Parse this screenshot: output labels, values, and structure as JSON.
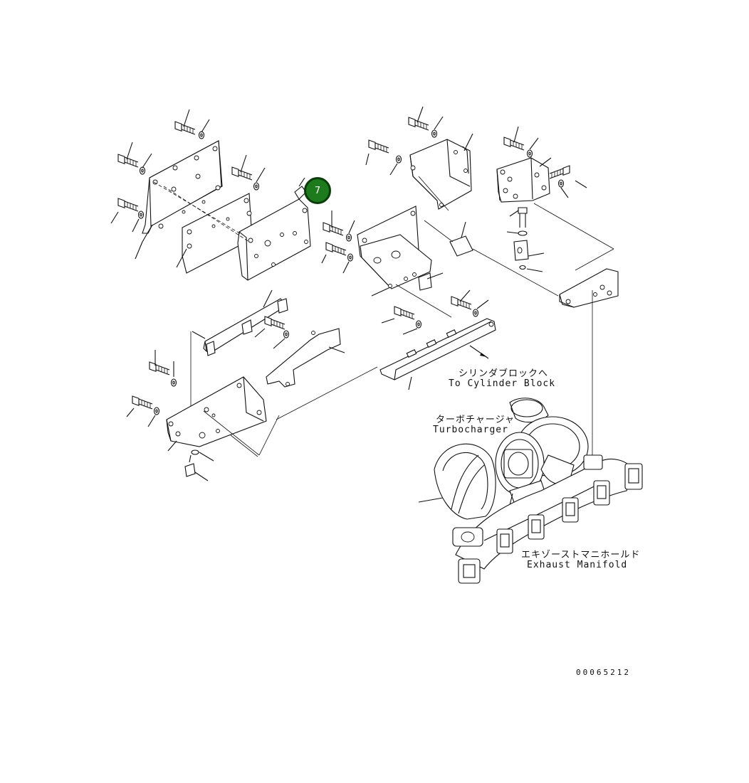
{
  "callout": {
    "number": "7",
    "color": "#1d7a1d"
  },
  "labels": {
    "cylinder_block_jp": "シリンダブロックへ",
    "cylinder_block_en": "To Cylinder Block",
    "turbocharger_jp": "ターボチャージャ",
    "turbocharger_en": "Turbocharger",
    "exhaust_manifold_jp": "エキゾーストマニホールド",
    "exhaust_manifold_en": "Exhaust Manifold",
    "drawing_number": "00065212"
  },
  "icons": [
    "bolt-icon",
    "washer-icon",
    "bracket-plate-icon",
    "turbocharger-icon",
    "exhaust-manifold-icon",
    "arrow-icon"
  ]
}
